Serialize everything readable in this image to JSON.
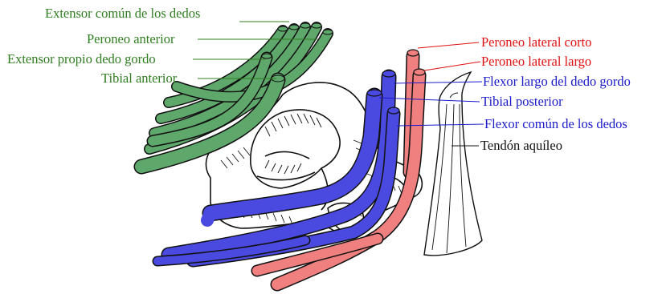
{
  "labels": {
    "extensor_comun": "Extensor común de los dedos",
    "peroneo_anterior": "Peroneo anterior",
    "extensor_propio": "Extensor propio dedo gordo",
    "tibial_anterior": "Tibial anterior",
    "peroneo_lateral_corto": "Peroneo lateral corto",
    "peroneo_lateral_largo": "Peroneo lateral largo",
    "flexor_largo": "Flexor largo del dedo gordo",
    "tibial_posterior": "Tibial posterior",
    "flexor_comun": "Flexor común de los dedos",
    "tendon_aquileo": "Tendón aquíleo"
  },
  "colors": {
    "green_text": "#2e7d1f",
    "green_tendon": "#5fa86c",
    "red_text": "#e01010",
    "red_tendon": "#f08080",
    "blue_text": "#1a1ac8",
    "blue_tendon": "#4a4ae0",
    "black_text": "#111111",
    "outline": "#111111"
  }
}
